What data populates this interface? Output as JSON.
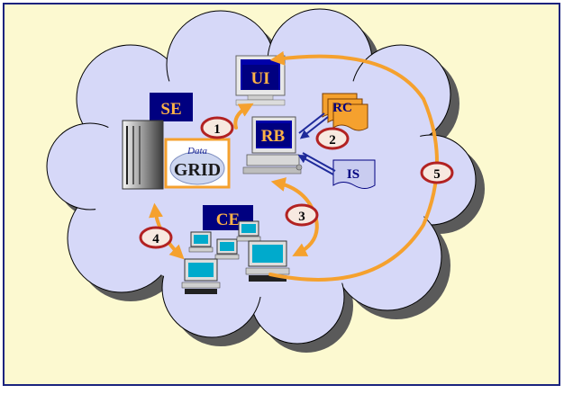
{
  "diagram": {
    "components": {
      "ui": "UI",
      "se": "SE",
      "rb": "RB",
      "rc": "RC",
      "is": "IS",
      "ce": "CE"
    },
    "logo": {
      "line1": "Data",
      "line2": "GRID"
    },
    "steps": [
      "1",
      "2",
      "3",
      "4",
      "5"
    ]
  },
  "colors": {
    "background": "#FCF9D0",
    "cloud": "#D6D8F8",
    "arrow": "#F5A12E",
    "step_badge_border": "#B22222",
    "label_box": "#000080",
    "label_text": "#FFB347",
    "frame_border": "#1A237E"
  }
}
